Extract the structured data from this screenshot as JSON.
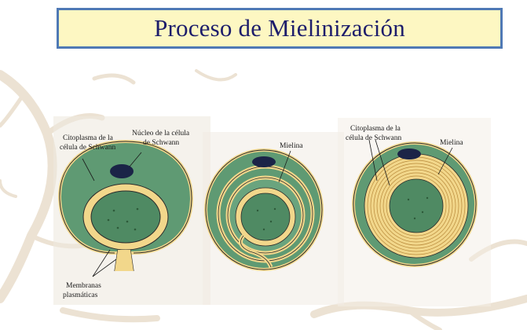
{
  "title": "Proceso de Mielinización",
  "panel1": {
    "cytoplasm_label_line1": "Citoplasma de la",
    "cytoplasm_label_line2": "célula de Schwann",
    "nucleus_label_line1": "Núcleo de la célula",
    "nucleus_label_line2": "de Schwann",
    "membranes_label_line1": "Membranas",
    "membranes_label_line2": "plasmáticas"
  },
  "panel2": {
    "myelin_label": "Mielina"
  },
  "panel3": {
    "cytoplasm_label_line1": "Citoplasma de la",
    "cytoplasm_label_line2": "célula de Schwann",
    "myelin_label": "Mielina"
  },
  "colors": {
    "title_bg": "#fdf7c2",
    "title_border": "#4f79b5",
    "title_text": "#1d1d6b",
    "cell_green": "#5f9a73",
    "axon_green": "#4f8a63",
    "membrane_yellow": "#f2d78b",
    "nucleus": "#1b2447",
    "background_tree": "#ece2d3"
  }
}
